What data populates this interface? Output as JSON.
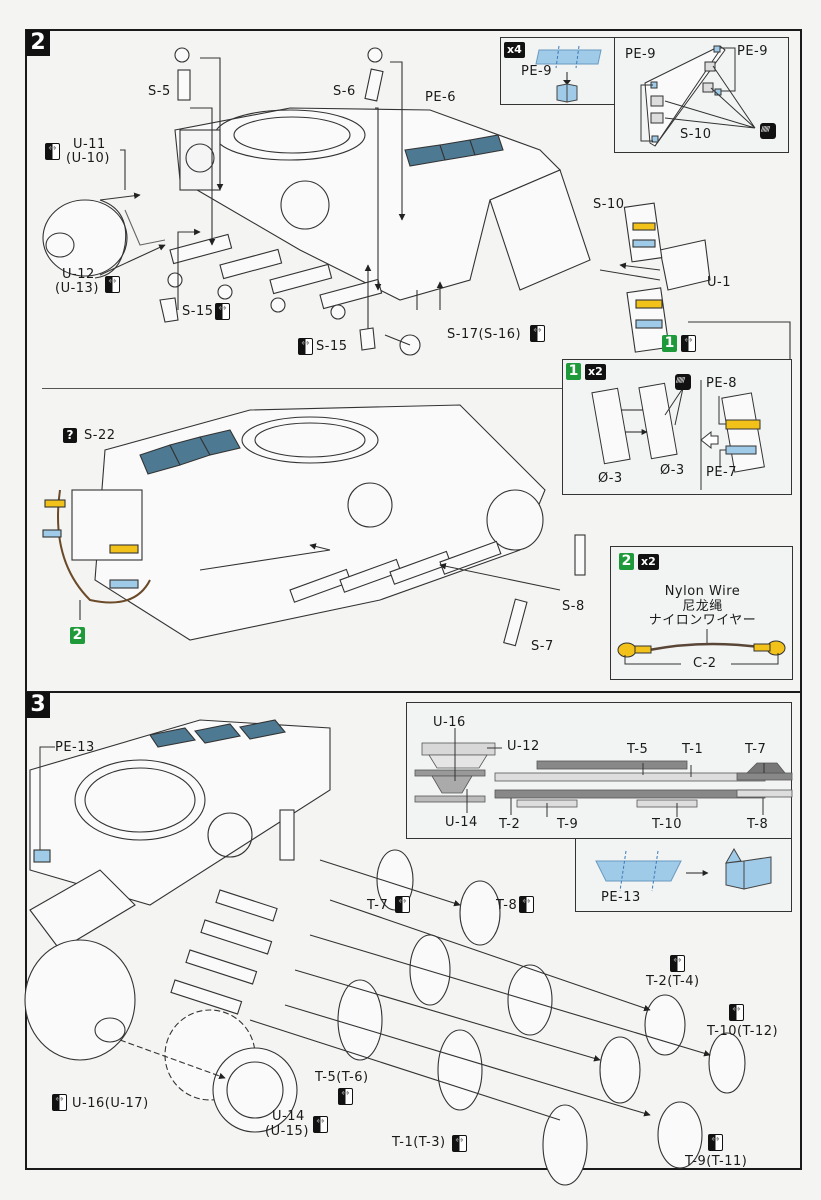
{
  "steps": [
    {
      "number": "2",
      "labels": {
        "s5": "S-5",
        "s6": "S-6",
        "pe6": "PE-6",
        "u11": "U-11",
        "u10": "(U-10)",
        "u12": "U-12",
        "u13": "(U-13)",
        "s15a": "S-15",
        "s15b": "S-15",
        "s17": "S-17(S-16)",
        "s10": "S-10",
        "u1": "U-1",
        "s22": "S-22",
        "s8": "S-8",
        "s7": "S-7",
        "sub2_ref": "2",
        "sub1_ref": "1"
      },
      "inset_pe9_fold": {
        "count": "x4",
        "part": "PE-9"
      },
      "inset_pe9_place": {
        "left": "PE-9",
        "right": "PE-9",
        "s10": "S-10"
      },
      "inset_sub1": {
        "number": "1",
        "count": "x2",
        "left": "Ø-3",
        "right": "Ø-3",
        "pe8": "PE-8",
        "pe7": "PE-7"
      },
      "inset_sub2": {
        "number": "2",
        "count": "x2",
        "en": "Nylon Wire",
        "zh": "尼龙绳",
        "ja": "ナイロンワイヤー",
        "part": "C-2"
      }
    },
    {
      "number": "3",
      "labels": {
        "pe13": "PE-13",
        "t7": "T-7",
        "t8": "T-8",
        "t2": "T-2(T-4)",
        "t10": "T-10(T-12)",
        "t5": "T-5(T-6)",
        "t1": "T-1(T-3)",
        "t9": "T-9(T-11)",
        "u16": "U-16(U-17)",
        "u14": "U-14",
        "u15": "(U-15)"
      },
      "inset_wheels": {
        "u16": "U-16",
        "u12": "U-12",
        "u14": "U-14",
        "t5": "T-5",
        "t1": "T-1",
        "t7": "T-7",
        "t2": "T-2",
        "t9": "T-9",
        "t10": "T-10",
        "t8": "T-8"
      },
      "inset_pe13": {
        "part": "PE-13"
      }
    }
  ],
  "colors": {
    "photo_etch_blue": "#9fcbe8",
    "photo_etch_yellow": "#f2c21a",
    "sub_step_green": "#1f9a3a",
    "grille": "#4d7a92"
  }
}
